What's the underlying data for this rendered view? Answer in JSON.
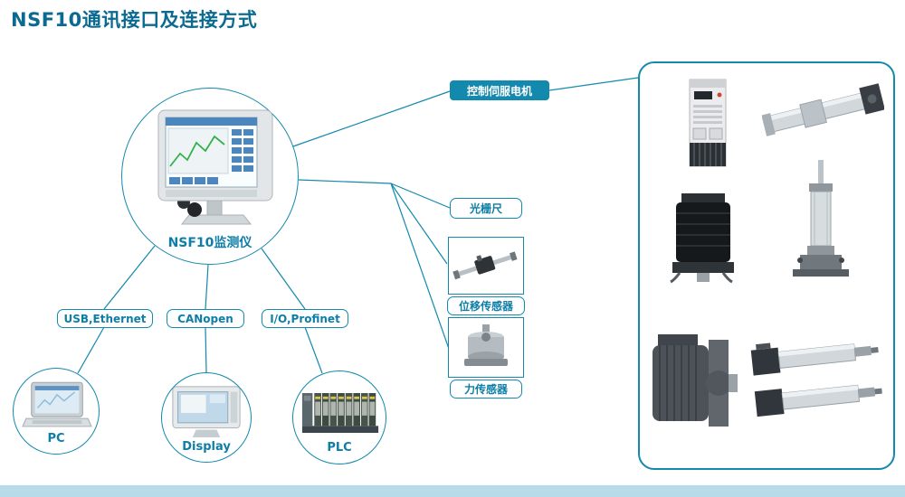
{
  "title": "NSF10通讯接口及连接方式",
  "center": {
    "label": "NSF10监测仪"
  },
  "right": {
    "servo_control_label": "控制伺服电机",
    "optical_scale_label": "光栅尺",
    "displacement_sensor_label": "位移传感器",
    "force_sensor_label": "力传感器"
  },
  "columns": [
    {
      "interface": "USB,Ethernet",
      "device": "PC"
    },
    {
      "interface": "CANopen",
      "device": "Display"
    },
    {
      "interface": "I/O,Profinet",
      "device": "PLC"
    }
  ],
  "colors": {
    "accent": "#1389ad",
    "title": "#0b6a91",
    "label": "#0e7ea6",
    "footer": "#b8dbea"
  }
}
